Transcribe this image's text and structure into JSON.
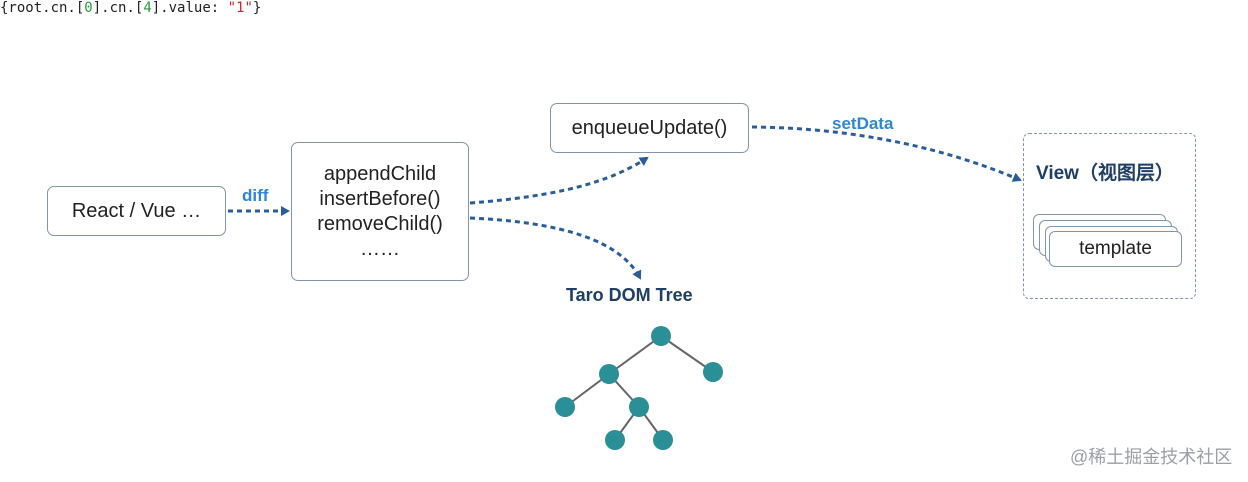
{
  "nodes": {
    "source": "React / Vue …",
    "operations": [
      "appendChild",
      "insertBefore()",
      "removeChild()",
      "……"
    ],
    "enqueue": "enqueueUpdate()",
    "view_title": "View（视图层）",
    "template": "template"
  },
  "labels": {
    "diff": "diff",
    "set_data": "setData",
    "dom_tree": "Taro DOM Tree"
  },
  "update_payload": {
    "prefix": "{root.cn.[",
    "index1": "0",
    "mid": "].cn.[",
    "index2": "4",
    "suffix": "].value: ",
    "value": "\"1\"",
    "close": "}"
  },
  "watermark": "@稀土掘金技术社区",
  "colors": {
    "arrow": "#2a5d9a",
    "label_blue": "#2f86d2",
    "tree_node": "#2a8f96",
    "tree_edge": "#666666",
    "box_border": "#7f96ad"
  }
}
